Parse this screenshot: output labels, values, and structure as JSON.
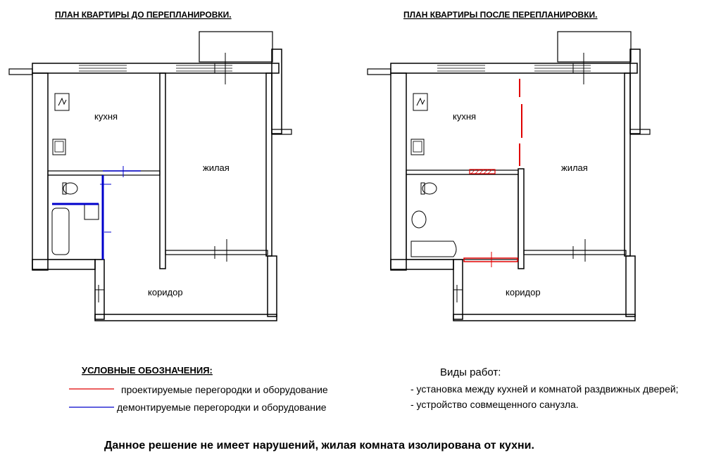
{
  "titles": {
    "before": "ПЛАН КВАРТИРЫ ДО ПЕРЕПЛАНИРОВКИ.",
    "after": "ПЛАН КВАРТИРЫ ПОСЛЕ ПЕРЕПЛАНИРОВКИ."
  },
  "rooms": {
    "kitchen": "кухня",
    "living": "жилая",
    "corridor": "коридор"
  },
  "legend": {
    "heading": "УСЛОВНЫЕ ОБОЗНАЧЕНИЯ:",
    "items": [
      {
        "label": "проектируемые перегородки и оборудование",
        "color": "#e00000"
      },
      {
        "label": "демонтируемые перегородки и оборудование",
        "color": "#0000cc"
      }
    ]
  },
  "works": {
    "heading": "Виды работ:",
    "items": [
      "- установка между кухней и комнатой раздвижных дверей;",
      "- устройство совмещенного санузла."
    ]
  },
  "conclusion": "Данное решение не имеет нарушений, жилая комната изолирована от кухни."
}
